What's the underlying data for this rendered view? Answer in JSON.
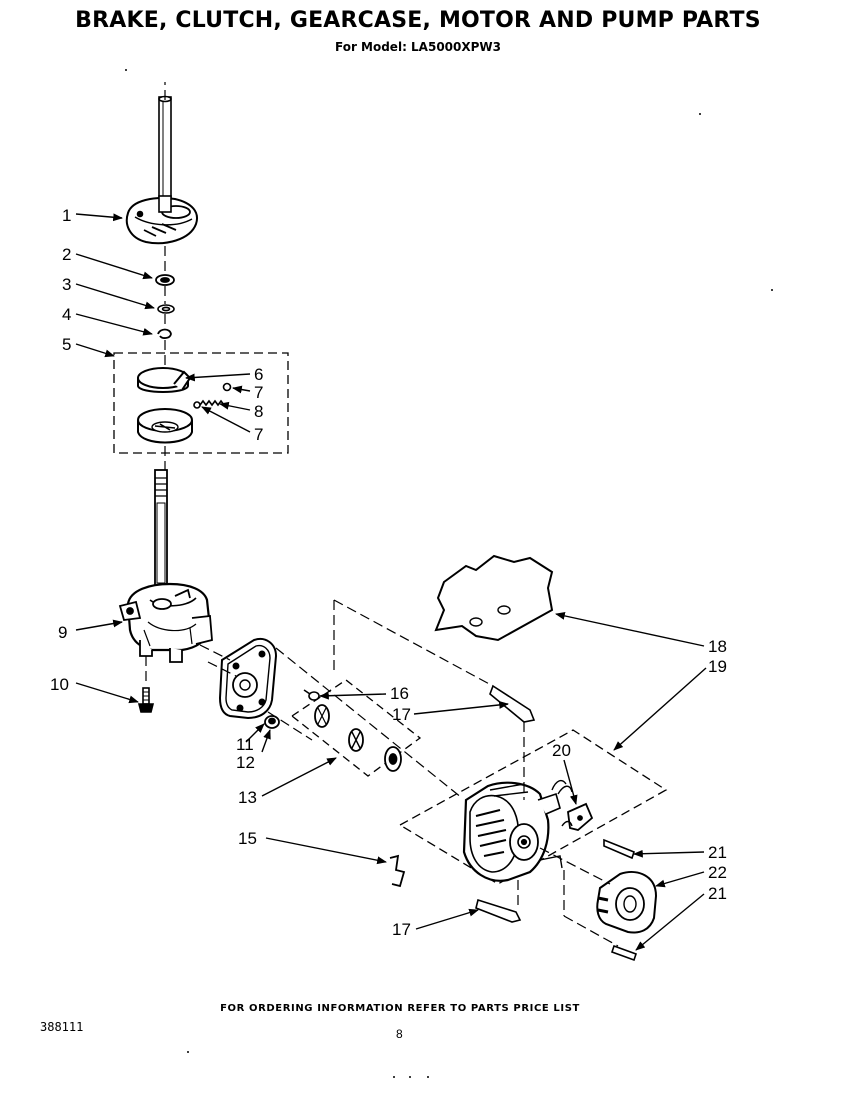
{
  "header": {
    "title": "BRAKE, CLUTCH, GEARCASE, MOTOR AND PUMP PARTS",
    "subtitle": "For Model: LA5000XPW3"
  },
  "callouts": {
    "c1": "1",
    "c2": "2",
    "c3": "3",
    "c4": "4",
    "c5": "5",
    "c6": "6",
    "c7a": "7",
    "c8": "8",
    "c7b": "7",
    "c9": "9",
    "c10": "10",
    "c11": "11",
    "c12": "12",
    "c13": "13",
    "c15": "15",
    "c16": "16",
    "c17a": "17",
    "c17b": "17",
    "c18": "18",
    "c19": "19",
    "c20": "20",
    "c21a": "21",
    "c22": "22",
    "c21b": "21"
  },
  "footer": {
    "note": "FOR ORDERING INFORMATION REFER TO PARTS PRICE LIST",
    "doc_number": "388111",
    "page_number": "8"
  }
}
